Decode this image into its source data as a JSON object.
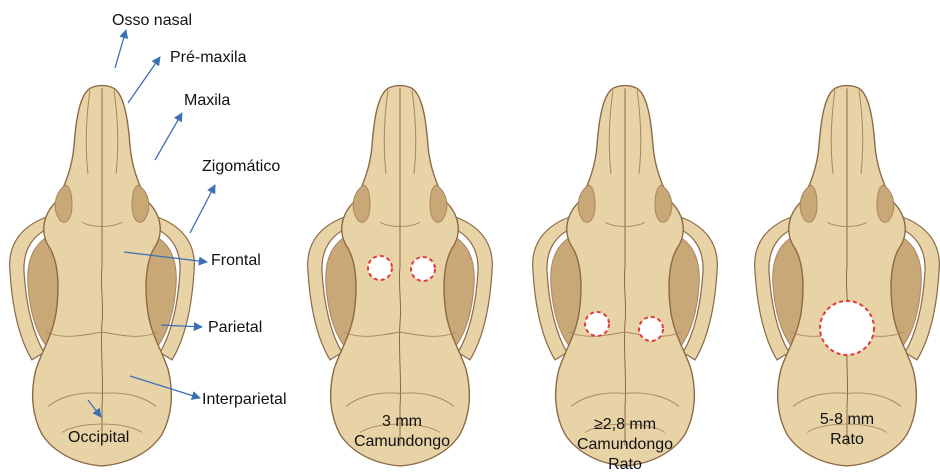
{
  "colors": {
    "bone": "#e8d3a6",
    "bone_dark": "#c9a878",
    "outline": "#8b6a45",
    "inner_shadow": "#a9855c",
    "arrow": "#3d6fb5",
    "defect_fill": "#ffffff",
    "defect_stroke": "#e33b3b"
  },
  "anatomy_labels": {
    "nasal": "Osso nasal",
    "premaxilla": "Pré-maxila",
    "maxilla": "Maxila",
    "zygomatic": "Zigomático",
    "frontal": "Frontal",
    "parietal": "Parietal",
    "interparietal": "Interparietal",
    "occipital": "Occipital"
  },
  "skulls": [
    {
      "caption_lines": []
    },
    {
      "caption_lines": [
        "3 mm",
        "Camundongo"
      ]
    },
    {
      "caption_lines": [
        "≥2,8 mm",
        "Camundongo",
        "Rato"
      ]
    },
    {
      "caption_lines": [
        "5-8 mm",
        "Rato"
      ]
    }
  ]
}
